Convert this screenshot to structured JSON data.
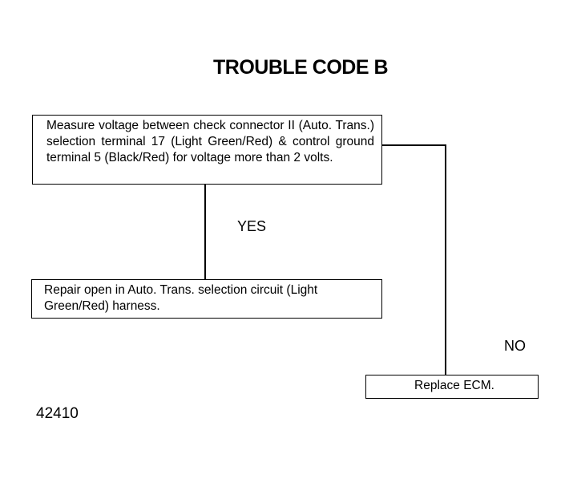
{
  "title": "TROUBLE CODE B",
  "steps": {
    "measure": "Measure voltage between check connector II (Auto. Trans.) selection terminal 17 (Light Green/Red) & control ground terminal 5 (Black/Red) for voltage more than 2 volts.",
    "repair": "Repair open in Auto. Trans. selection circuit (Light Green/Red) harness.",
    "replace": "Replace ECM."
  },
  "branches": {
    "yes": "YES",
    "no": "NO"
  },
  "figure_number": "42410"
}
